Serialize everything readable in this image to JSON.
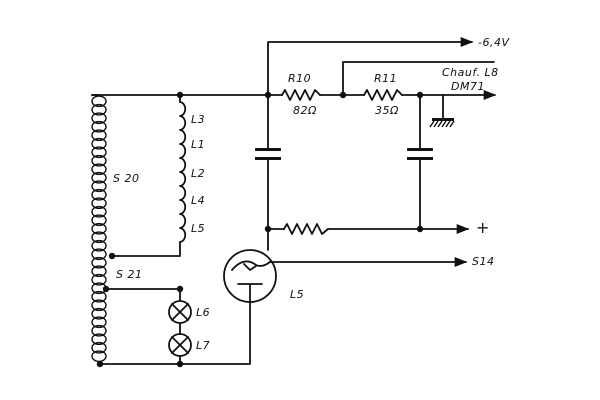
{
  "labels": {
    "supply": "-6,4V",
    "r10": "R10",
    "r10_val": "82Ω",
    "r11": "R11",
    "r11_val": "35Ω",
    "chauf_l8": "Chauf. L8",
    "dm71": "DM71",
    "s20": "S 20",
    "s21": "S 21",
    "l3": "L3",
    "l1": "L1",
    "l2": "L2",
    "l4": "L4",
    "l5_coil": "L5",
    "plus": "+",
    "s14": "S14",
    "l5_tube": "L5",
    "l6": "L6",
    "l7": "L7"
  }
}
